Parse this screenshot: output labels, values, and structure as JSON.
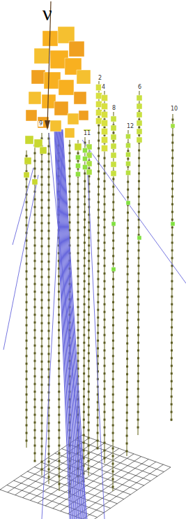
{
  "diagram": {
    "labels": [
      "ν",
      "2",
      "4",
      "6",
      "8",
      "10",
      "11",
      "12",
      "9"
    ]
  }
}
